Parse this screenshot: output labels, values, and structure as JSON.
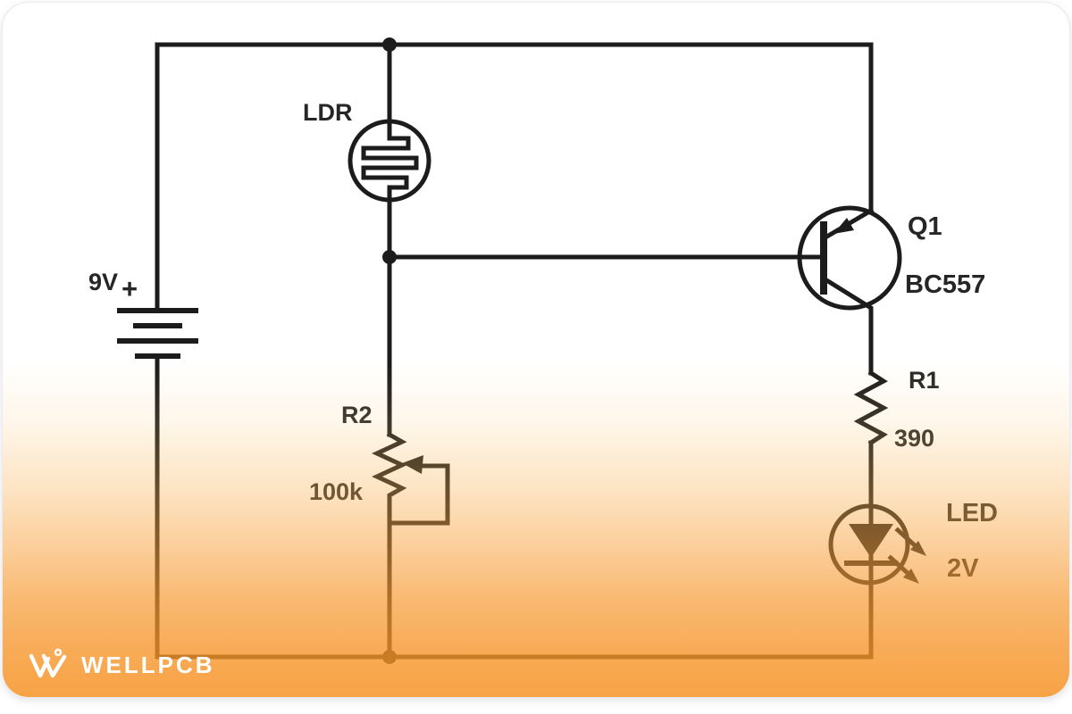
{
  "diagram": {
    "labels": {
      "battery_voltage": "9V",
      "battery_polarity": "+",
      "ldr": "LDR",
      "r2_name": "R2",
      "r2_value": "100k",
      "q1_name": "Q1",
      "q1_part": "BC557",
      "r1_name": "R1",
      "r1_value": "390",
      "led_name": "LED",
      "led_voltage": "2V"
    },
    "components": [
      {
        "ref": "9V",
        "type": "battery"
      },
      {
        "ref": "LDR",
        "type": "photoresistor"
      },
      {
        "ref": "R2",
        "type": "potentiometer",
        "value": "100k"
      },
      {
        "ref": "Q1",
        "type": "pnp-transistor",
        "part": "BC557"
      },
      {
        "ref": "R1",
        "type": "resistor",
        "value": "390"
      },
      {
        "ref": "LED",
        "type": "led",
        "value": "2V"
      }
    ],
    "colors": {
      "wire": "#1c1c1c",
      "background_top": "#ffffff",
      "background_bottom": "#f79f3e",
      "watermark_text": "#ffffff"
    }
  },
  "watermark": {
    "brand": "WELLPCB"
  }
}
